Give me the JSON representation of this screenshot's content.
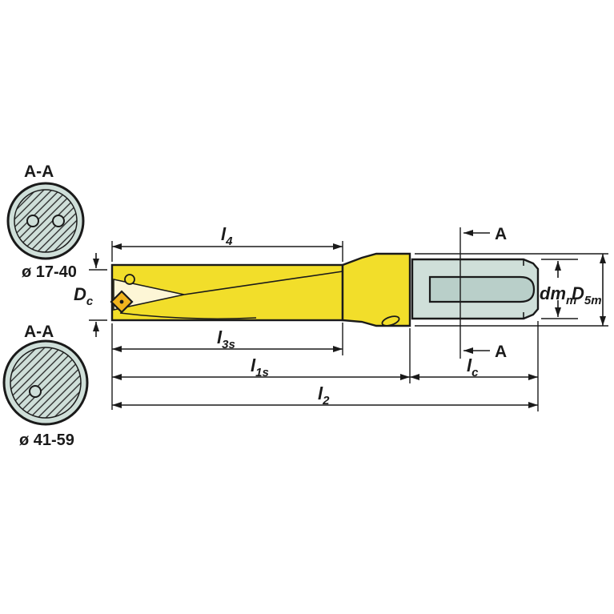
{
  "sections": {
    "upper": {
      "label": "A-A",
      "range": "ø 17-40"
    },
    "lower": {
      "label": "A-A",
      "range": "ø 41-59"
    }
  },
  "section_markers": {
    "top": "A",
    "bottom": "A"
  },
  "dimensions": {
    "l4": {
      "symbol": "l",
      "sub": "4"
    },
    "Dc": {
      "symbol": "D",
      "sub": "c"
    },
    "dmm": {
      "symbol": "dm",
      "sub": "m"
    },
    "D5m": {
      "symbol": "D",
      "sub": "5m"
    },
    "l3s": {
      "symbol": "l",
      "sub": "3s"
    },
    "l1s": {
      "symbol": "l",
      "sub": "1s"
    },
    "lc": {
      "symbol": "l",
      "sub": "c"
    },
    "l2": {
      "symbol": "l",
      "sub": "2"
    }
  },
  "colors": {
    "body_yellow": "#f2de2a",
    "tip_highlight": "#fdf6d6",
    "insert_orange": "#f0b41e",
    "shank_teal": "#cfdfd9",
    "slot_teal": "#b9cfc9",
    "line": "#1a1a1a",
    "background": "#ffffff"
  }
}
